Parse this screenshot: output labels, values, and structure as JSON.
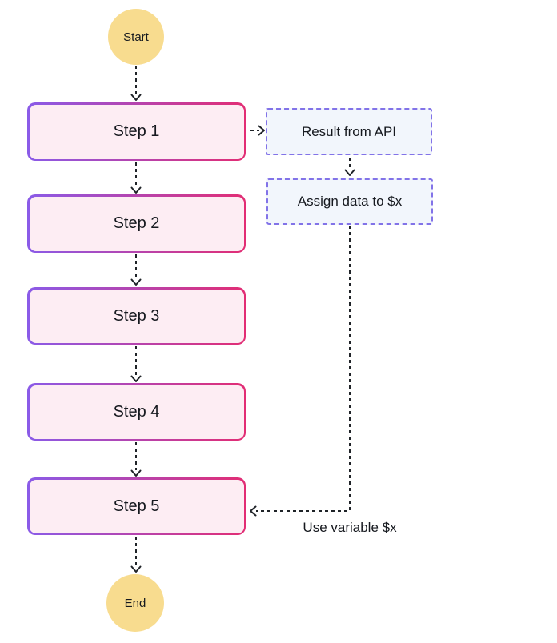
{
  "diagram": {
    "type": "flowchart",
    "start_label": "Start",
    "end_label": "End",
    "steps": [
      {
        "label": "Step 1"
      },
      {
        "label": "Step 2"
      },
      {
        "label": "Step 3"
      },
      {
        "label": "Step 4"
      },
      {
        "label": "Step 5"
      }
    ],
    "annotations": {
      "result_box_label": "Result from API",
      "assign_box_label": "Assign data to $x",
      "use_variable_label": "Use variable $x"
    },
    "colors": {
      "terminal_fill": "#f8dc8f",
      "step_fill": "#fdedf3",
      "step_border_start": "#8a5be8",
      "step_border_end": "#e22d74",
      "annotation_border": "#8273e8",
      "annotation_fill": "#f2f6fc",
      "connector": "#1f2328",
      "text": "#16191f"
    }
  }
}
